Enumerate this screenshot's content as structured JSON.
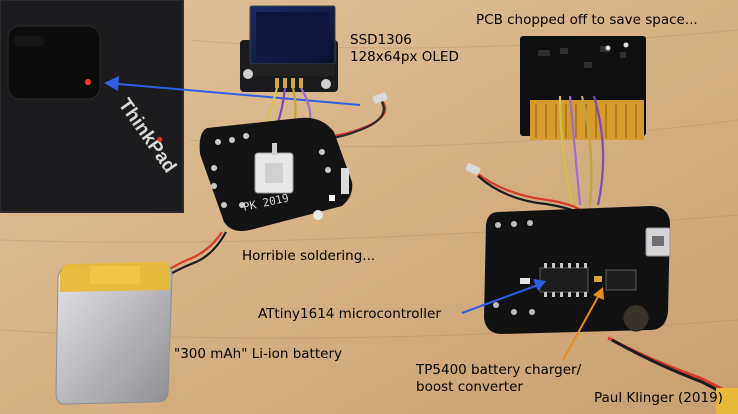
{
  "labels": {
    "oled": "SSD1306\n128x64px OLED",
    "pcb_cut": "PCB chopped off to save space...",
    "soldering": "Horrible soldering...",
    "mcu": "ATtiny1614 microcontroller",
    "battery": "\"300 mAh\" Li-ion battery",
    "charger": "TP5400 battery charger/\nboost converter",
    "credit": "Paul Klinger (2019)"
  },
  "laptop_brand": "ThinkPad",
  "board_silkscreen": "PK 2019",
  "colors": {
    "wood": "#d9b58c",
    "laptop": "#1c1c1e",
    "pcb": "#111111",
    "arrow_blue": "#2f5fe6",
    "battery_foil": "#c9c9cc",
    "battery_tape": "#e8b838",
    "flex_gold": "#d79a2c"
  }
}
